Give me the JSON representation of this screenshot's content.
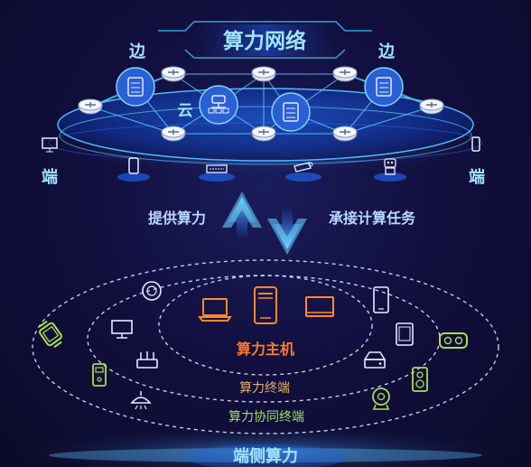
{
  "top": {
    "title": "算力网络",
    "edge_left": "边",
    "edge_right": "边",
    "cloud": "云",
    "end_left": "端",
    "end_right": "端"
  },
  "arrows": {
    "left_label": "提供算力",
    "right_label": "承接计算任务"
  },
  "bottom": {
    "host_label": "算力主机",
    "terminal_label": "算力终端",
    "collab_label": "算力协同终端",
    "footer": "端侧算力"
  },
  "colors": {
    "cyan": "#3cc8ff",
    "platform": "#1e6bff",
    "orange": "#ff8a2a",
    "host_text": "#ff7a2a",
    "ring_text": "#e5b06c",
    "collab_text": "#9fe05a",
    "green_icon": "#a8e04a",
    "white_icon": "#e6ecff"
  },
  "icons": {
    "top_devices": [
      "monitor-icon",
      "phone-icon",
      "keyboard-icon",
      "camera-icon",
      "robot-icon",
      "smartphone-icon"
    ],
    "host_devices": [
      "laptop-icon",
      "tower-pc-icon",
      "display-icon"
    ],
    "terminal_devices": [
      "smart-speaker-icon",
      "desktop-monitor-icon",
      "router-icon",
      "tablet-icon",
      "tablet-landscape-icon",
      "hard-drive-icon",
      "webcam-icon"
    ],
    "collab_devices": [
      "vr-headset-icon",
      "smart-lock-icon",
      "speaker-icon",
      "ceiling-lamp-icon",
      "smart-watch-icon",
      "projector-icon"
    ]
  }
}
